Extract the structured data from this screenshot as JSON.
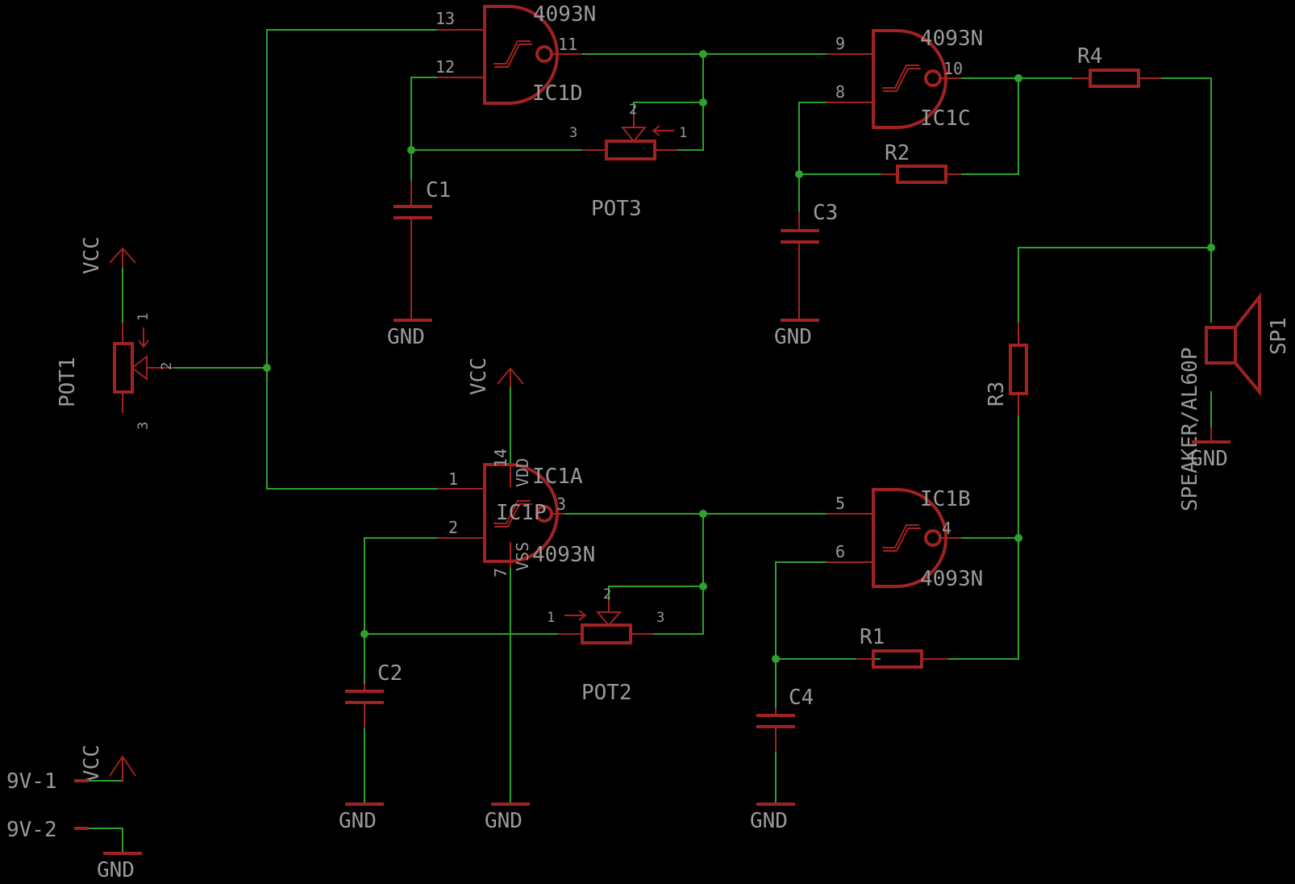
{
  "colors": {
    "background": "#000000",
    "wire": "#2ea02e",
    "symbol": "#a02222",
    "text": "#9a9a9a"
  },
  "ic1d": {
    "name": "IC1D",
    "value": "4093N",
    "pins": [
      "13",
      "12",
      "11"
    ]
  },
  "ic1c": {
    "name": "IC1C",
    "value": "4093N",
    "pins": [
      "9",
      "8",
      "10"
    ]
  },
  "ic1a": {
    "name": "IC1A",
    "value": "4093N",
    "pins": [
      "1",
      "2",
      "3"
    ]
  },
  "ic1b": {
    "name": "IC1B",
    "value": "4093N",
    "pins": [
      "5",
      "6",
      "4"
    ]
  },
  "ic1p": {
    "name": "IC1P",
    "vdd": "VDD",
    "vss": "VSS",
    "vdd_pin": "14",
    "vss_pin": "7"
  },
  "resistors": {
    "r1": "R1",
    "r2": "R2",
    "r3": "R3",
    "r4": "R4"
  },
  "capacitors": {
    "c1": "C1",
    "c2": "C2",
    "c3": "C3",
    "c4": "C4"
  },
  "pots": {
    "pot1": {
      "name": "POT1",
      "pins": [
        "1",
        "2",
        "3"
      ]
    },
    "pot2": {
      "name": "POT2",
      "pins": [
        "1",
        "2",
        "3"
      ]
    },
    "pot3": {
      "name": "POT3",
      "pins": [
        "1",
        "2",
        "3"
      ]
    }
  },
  "speaker": {
    "name": "SP1",
    "value": "SPEAKER/AL60P"
  },
  "power": {
    "vcc": "VCC",
    "gnd": "GND"
  },
  "battery": {
    "pin1": "9V-1",
    "pin2": "9V-2"
  }
}
